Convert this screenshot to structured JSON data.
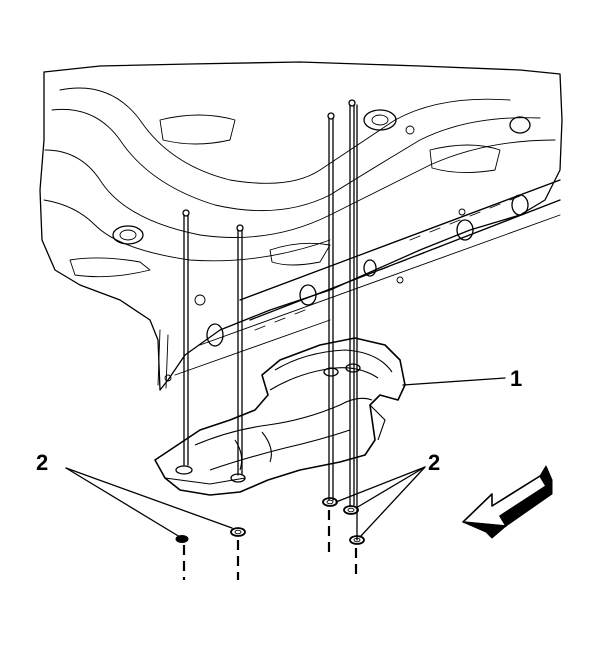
{
  "callouts": {
    "heat_shield": "1",
    "fasteners_left": "2",
    "fasteners_right": "2"
  },
  "arrow": {
    "direction": "front-left"
  },
  "colors": {
    "line": "#000000",
    "background": "#ffffff"
  }
}
